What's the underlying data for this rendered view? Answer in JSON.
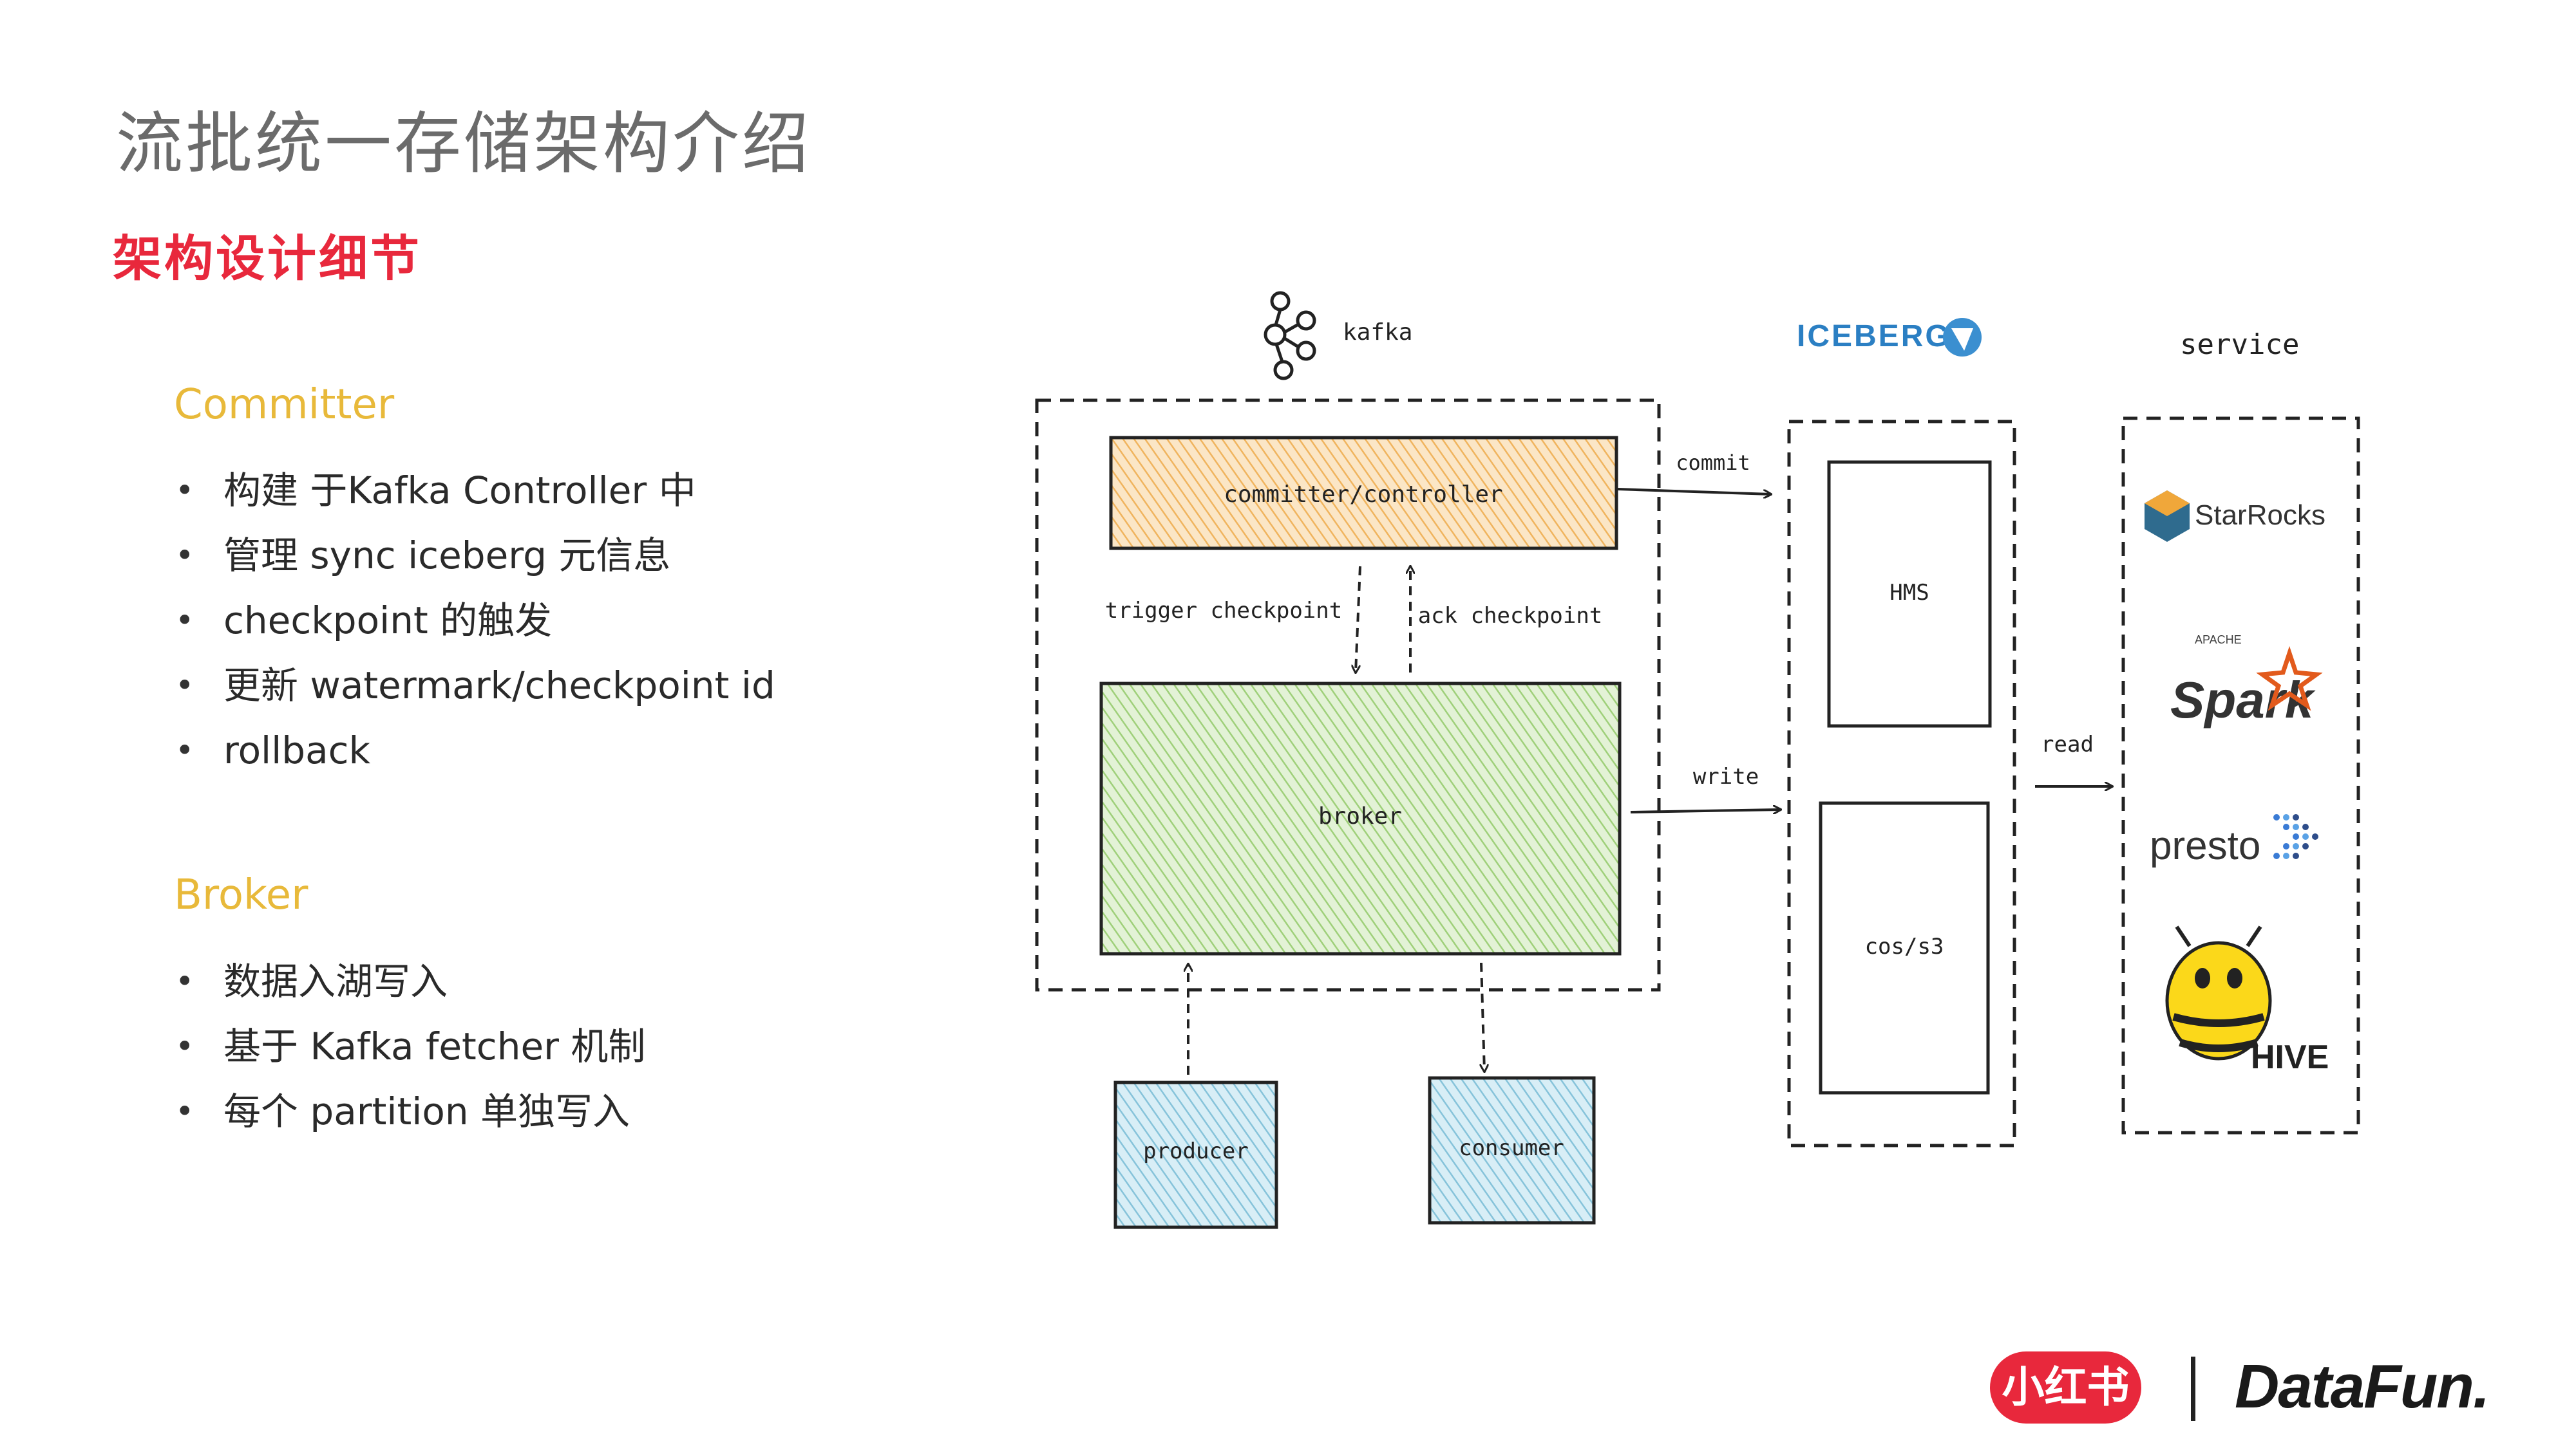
{
  "page": {
    "title": "流批统一存储架构介绍"
  },
  "section": {
    "title": "架构设计细节"
  },
  "committer": {
    "title": "Committer",
    "items": [
      "构建 于Kafka Controller 中",
      "管理 sync iceberg 元信息",
      "checkpoint 的触发",
      "更新 watermark/checkpoint id",
      "rollback"
    ]
  },
  "broker": {
    "title": "Broker",
    "items": [
      "数据入湖写入",
      "基于 Kafka fetcher 机制",
      "每个 partition 单独写入"
    ]
  },
  "diagram": {
    "kafka_label": "kafka",
    "iceberg_label": "ICEBERG",
    "service_label": "service",
    "committer_box": "committer/controller",
    "broker_box": "broker",
    "producer_box": "producer",
    "consumer_box": "consumer",
    "hms_box": "HMS",
    "storage_box": "cos/s3",
    "trigger_label": "trigger checkpoint",
    "ack_label": "ack checkpoint",
    "commit_label": "commit",
    "write_label": "write",
    "read_label": "read",
    "services": [
      "StarRocks",
      "Spark",
      "presto",
      "HIVE"
    ],
    "spark_small": "APACHE",
    "colors": {
      "committer_fill": "#f4c78a",
      "broker_fill": "#a8d48a",
      "client_fill": "#8fc7dd",
      "accent_red": "#e8283c",
      "accent_gold": "#e8b93a",
      "iceberg_blue": "#2b7fc3"
    }
  },
  "footer": {
    "xhs_logo": "小红书",
    "datafun_logo": "DataFun."
  }
}
